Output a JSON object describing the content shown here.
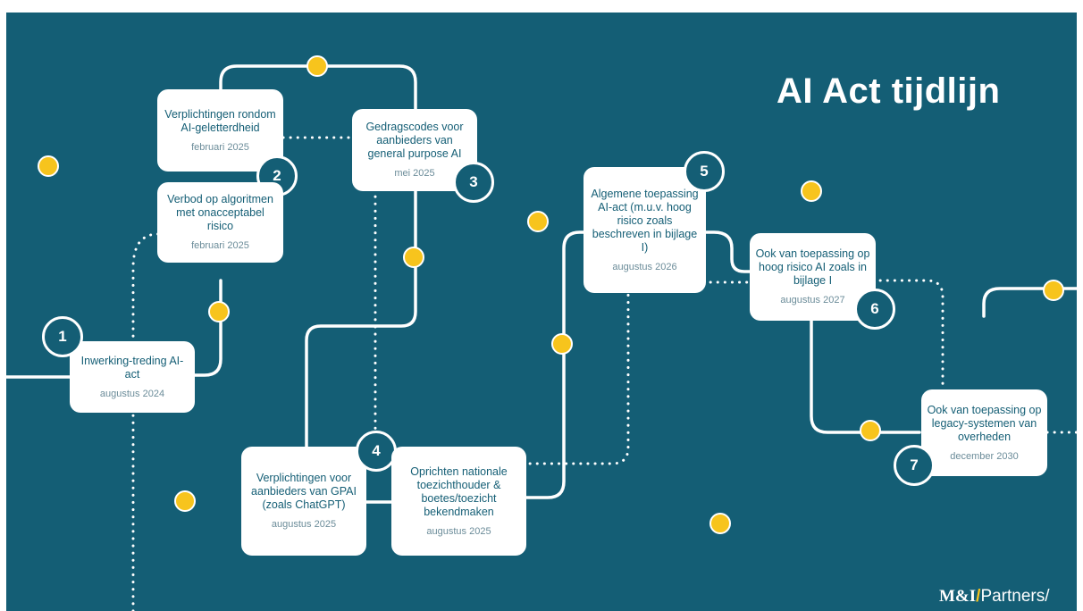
{
  "title": "AI Act tijdlijn",
  "colors": {
    "background": "#145e75",
    "accent": "#f7c41d",
    "line": "#ffffff",
    "card": "#ffffff"
  },
  "milestones": [
    {
      "number": "1",
      "text": "Inwerking-treding AI-act",
      "date": "augustus 2024"
    },
    {
      "number": "2",
      "text": "Verplichtingen rondom AI-geletterdheid",
      "date": "februari 2025"
    },
    {
      "number": "",
      "text": "Verbod op algoritmen met onacceptabel risico",
      "date": "februari 2025"
    },
    {
      "number": "3",
      "text": "Gedragscodes voor aanbieders van general purpose AI",
      "date": "mei 2025"
    },
    {
      "number": "4",
      "text": "Verplichtingen voor aanbieders van GPAI (zoals ChatGPT)",
      "date": "augustus 2025"
    },
    {
      "number": "",
      "text": "Oprichten nationale toezichthouder & boetes/toezicht bekendmaken",
      "date": "augustus 2025"
    },
    {
      "number": "5",
      "text": "Algemene toepassing AI-act (m.u.v. hoog risico zoals beschreven in bijlage I)",
      "date": "augustus 2026"
    },
    {
      "number": "6",
      "text": "Ook van toepassing op hoog risico AI zoals in bijlage I",
      "date": "augustus 2027"
    },
    {
      "number": "7",
      "text": "Ook van toepassing op legacy-systemen van overheden",
      "date": "december 2030"
    }
  ],
  "logo": {
    "brand": "M&I",
    "slash": "/",
    "tail": "Partners/"
  }
}
